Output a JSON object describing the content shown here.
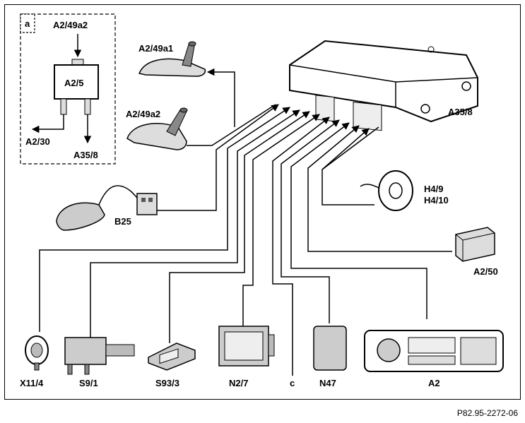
{
  "inset": {
    "letter": "a",
    "labels": [
      "A2/49a2",
      "A2/5",
      "A2/30",
      "A35/8"
    ]
  },
  "components": {
    "control_unit": "A35/8",
    "antenna_1": "A2/49a1",
    "antenna_2": "A2/49a2",
    "sensor": "B25",
    "speaker_line1": "H4/9",
    "speaker_line2": "H4/10",
    "module_a2_50": "A2/50",
    "connector": "X11/4",
    "switch": "S9/1",
    "switch_2": "S93/3",
    "control_n2_7": "N2/7",
    "line_c": "c",
    "module_n47": "N47",
    "radio": "A2"
  },
  "footer": {
    "reference": "P82.95-2272-06"
  }
}
